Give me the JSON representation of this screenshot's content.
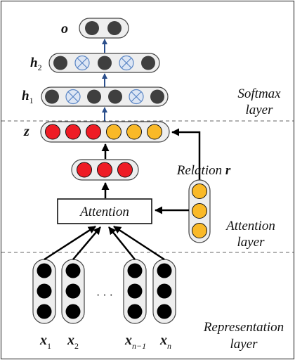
{
  "layers": {
    "softmax_line1": "Softmax",
    "softmax_line2": "layer",
    "attention_line1": "Attention",
    "attention_line2": "layer",
    "representation_line1": "Representation",
    "representation_line2": "layer"
  },
  "labels": {
    "o": "o",
    "h2_base": "h",
    "h2_sub": "2",
    "h1_base": "h",
    "h1_sub": "1",
    "z": "z",
    "relation_word": "Relation",
    "relation_var": "r",
    "attention_box": "Attention",
    "ellipsis": "· · ·"
  },
  "inputs": [
    {
      "base": "x",
      "sub": "1"
    },
    {
      "base": "x",
      "sub": "2"
    },
    {
      "base": "x",
      "sub": "n−1"
    },
    {
      "base": "x",
      "sub": "n"
    }
  ],
  "colors": {
    "dark_node": "#3f3f3f",
    "black_node": "#000000",
    "red_node": "#ee1c25",
    "yellow_node": "#f9b928",
    "dropout_node": "#dde6f4",
    "dropout_cross": "#5b86c5",
    "capsule_fill": "#eeeeee",
    "arrow_blue": "#2b4f8c",
    "arrow_black": "#000000"
  },
  "icons": {
    "dropout": "crossed-circle-icon"
  }
}
